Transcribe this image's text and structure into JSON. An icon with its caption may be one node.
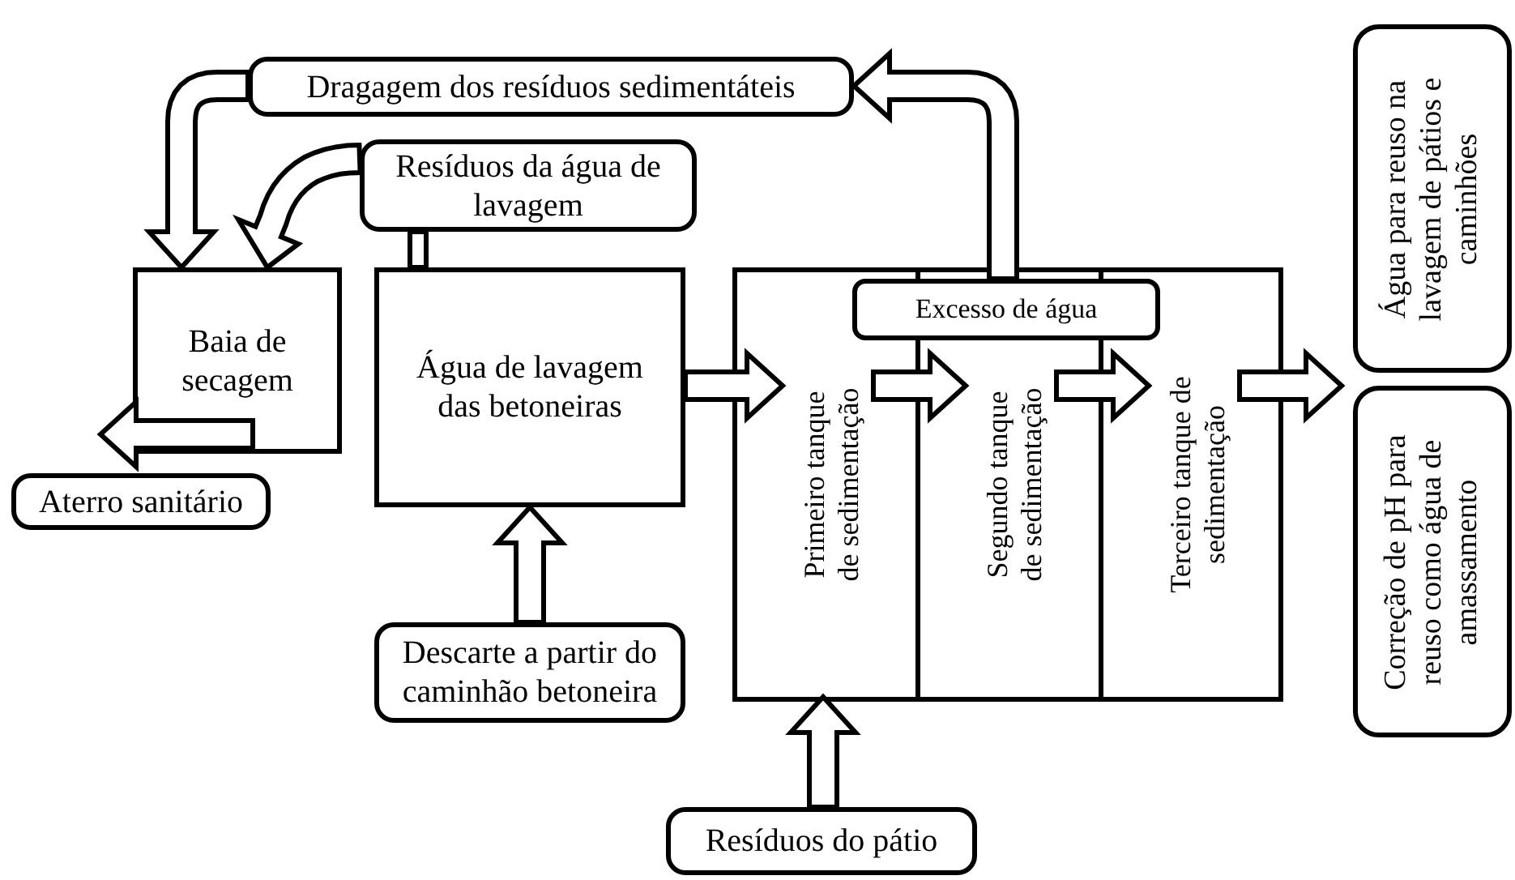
{
  "diagram": {
    "nodes": [
      {
        "text": [
          "Dragagem dos resíduos sedimentáteis"
        ]
      },
      {
        "text": [
          "Resíduos da água de lavagem"
        ]
      },
      {
        "text": [
          "Baia de secagem"
        ]
      },
      {
        "text": [
          "Água de lavagem das betoneiras"
        ]
      },
      {
        "text": [
          "Aterro sanitário"
        ]
      },
      {
        "text": [
          "Descarte a partir do caminhão betoneira"
        ]
      },
      {
        "text": [],
        "shape": "box"
      },
      {
        "text": [
          "Excesso de água"
        ],
        "in": 6
      },
      {
        "text": [
          "Primeiro tanque de sedimentação"
        ],
        "in": 6
      },
      {
        "text": [
          "Segundo tanque de sedimentação"
        ],
        "in": 6
      },
      {
        "text": [
          "Terceiro tanque de sedimentação"
        ],
        "in": 6
      },
      {
        "text": [
          "Resíduos do pátio"
        ]
      },
      {
        "text": [
          "Água para reuso na lavagem de pátios e caminhões"
        ]
      },
      {
        "text": [
          "Correção de pH para reuso como água de amassamento"
        ]
      }
    ],
    "edges": [
      {
        "from": 0,
        "to": 2,
        "arrow": "to"
      },
      {
        "from": 1,
        "to": 2,
        "arrow": "to"
      },
      {
        "from": 3,
        "to": 1,
        "arrow": "none"
      },
      {
        "from": 2,
        "to": 4,
        "arrow": "to"
      },
      {
        "from": 5,
        "to": 3,
        "arrow": "to"
      },
      {
        "from": 3,
        "to": 8,
        "arrow": "to"
      },
      {
        "from": 8,
        "to": 9,
        "arrow": "to"
      },
      {
        "from": 9,
        "to": 10,
        "arrow": "to"
      },
      {
        "from": 10,
        "to": null,
        "arrow": "to"
      },
      {
        "from": 7,
        "to": 0,
        "arrow": "to"
      },
      {
        "from": 11,
        "to": 8,
        "arrow": "to"
      }
    ]
  }
}
